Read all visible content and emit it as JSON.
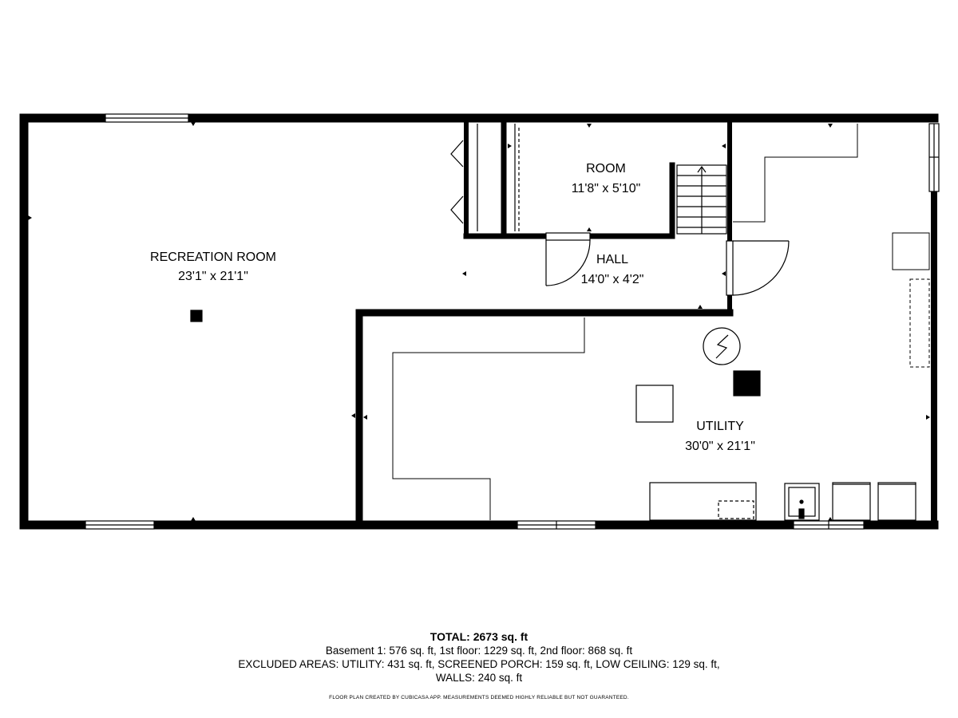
{
  "rooms": [
    {
      "name": "RECREATION ROOM",
      "dims": "23'1\" x 21'1\""
    },
    {
      "name": "ROOM",
      "dims": "11'8\" x 5'10\""
    },
    {
      "name": "HALL",
      "dims": "14'0\" x 4'2\""
    },
    {
      "name": "UTILITY",
      "dims": "30'0\" x 21'1\""
    }
  ],
  "footer": {
    "total": "TOTAL: 2673 sq. ft",
    "line1": "Basement 1: 576 sq. ft, 1st floor: 1229 sq. ft, 2nd floor: 868 sq. ft",
    "line2": "EXCLUDED AREAS: UTILITY: 431 sq. ft, SCREENED PORCH: 159 sq. ft, LOW CEILING: 129 sq. ft,",
    "line3": "WALLS: 240 sq. ft",
    "credit": "FLOOR PLAN CREATED BY CUBICASA APP. MEASUREMENTS DEEMED HIGHLY RELIABLE BUT NOT GUARANTEED."
  },
  "symbols": {
    "water_heater": "lightning-icon",
    "furnace": "square-icon",
    "sink": "sink-icon"
  }
}
